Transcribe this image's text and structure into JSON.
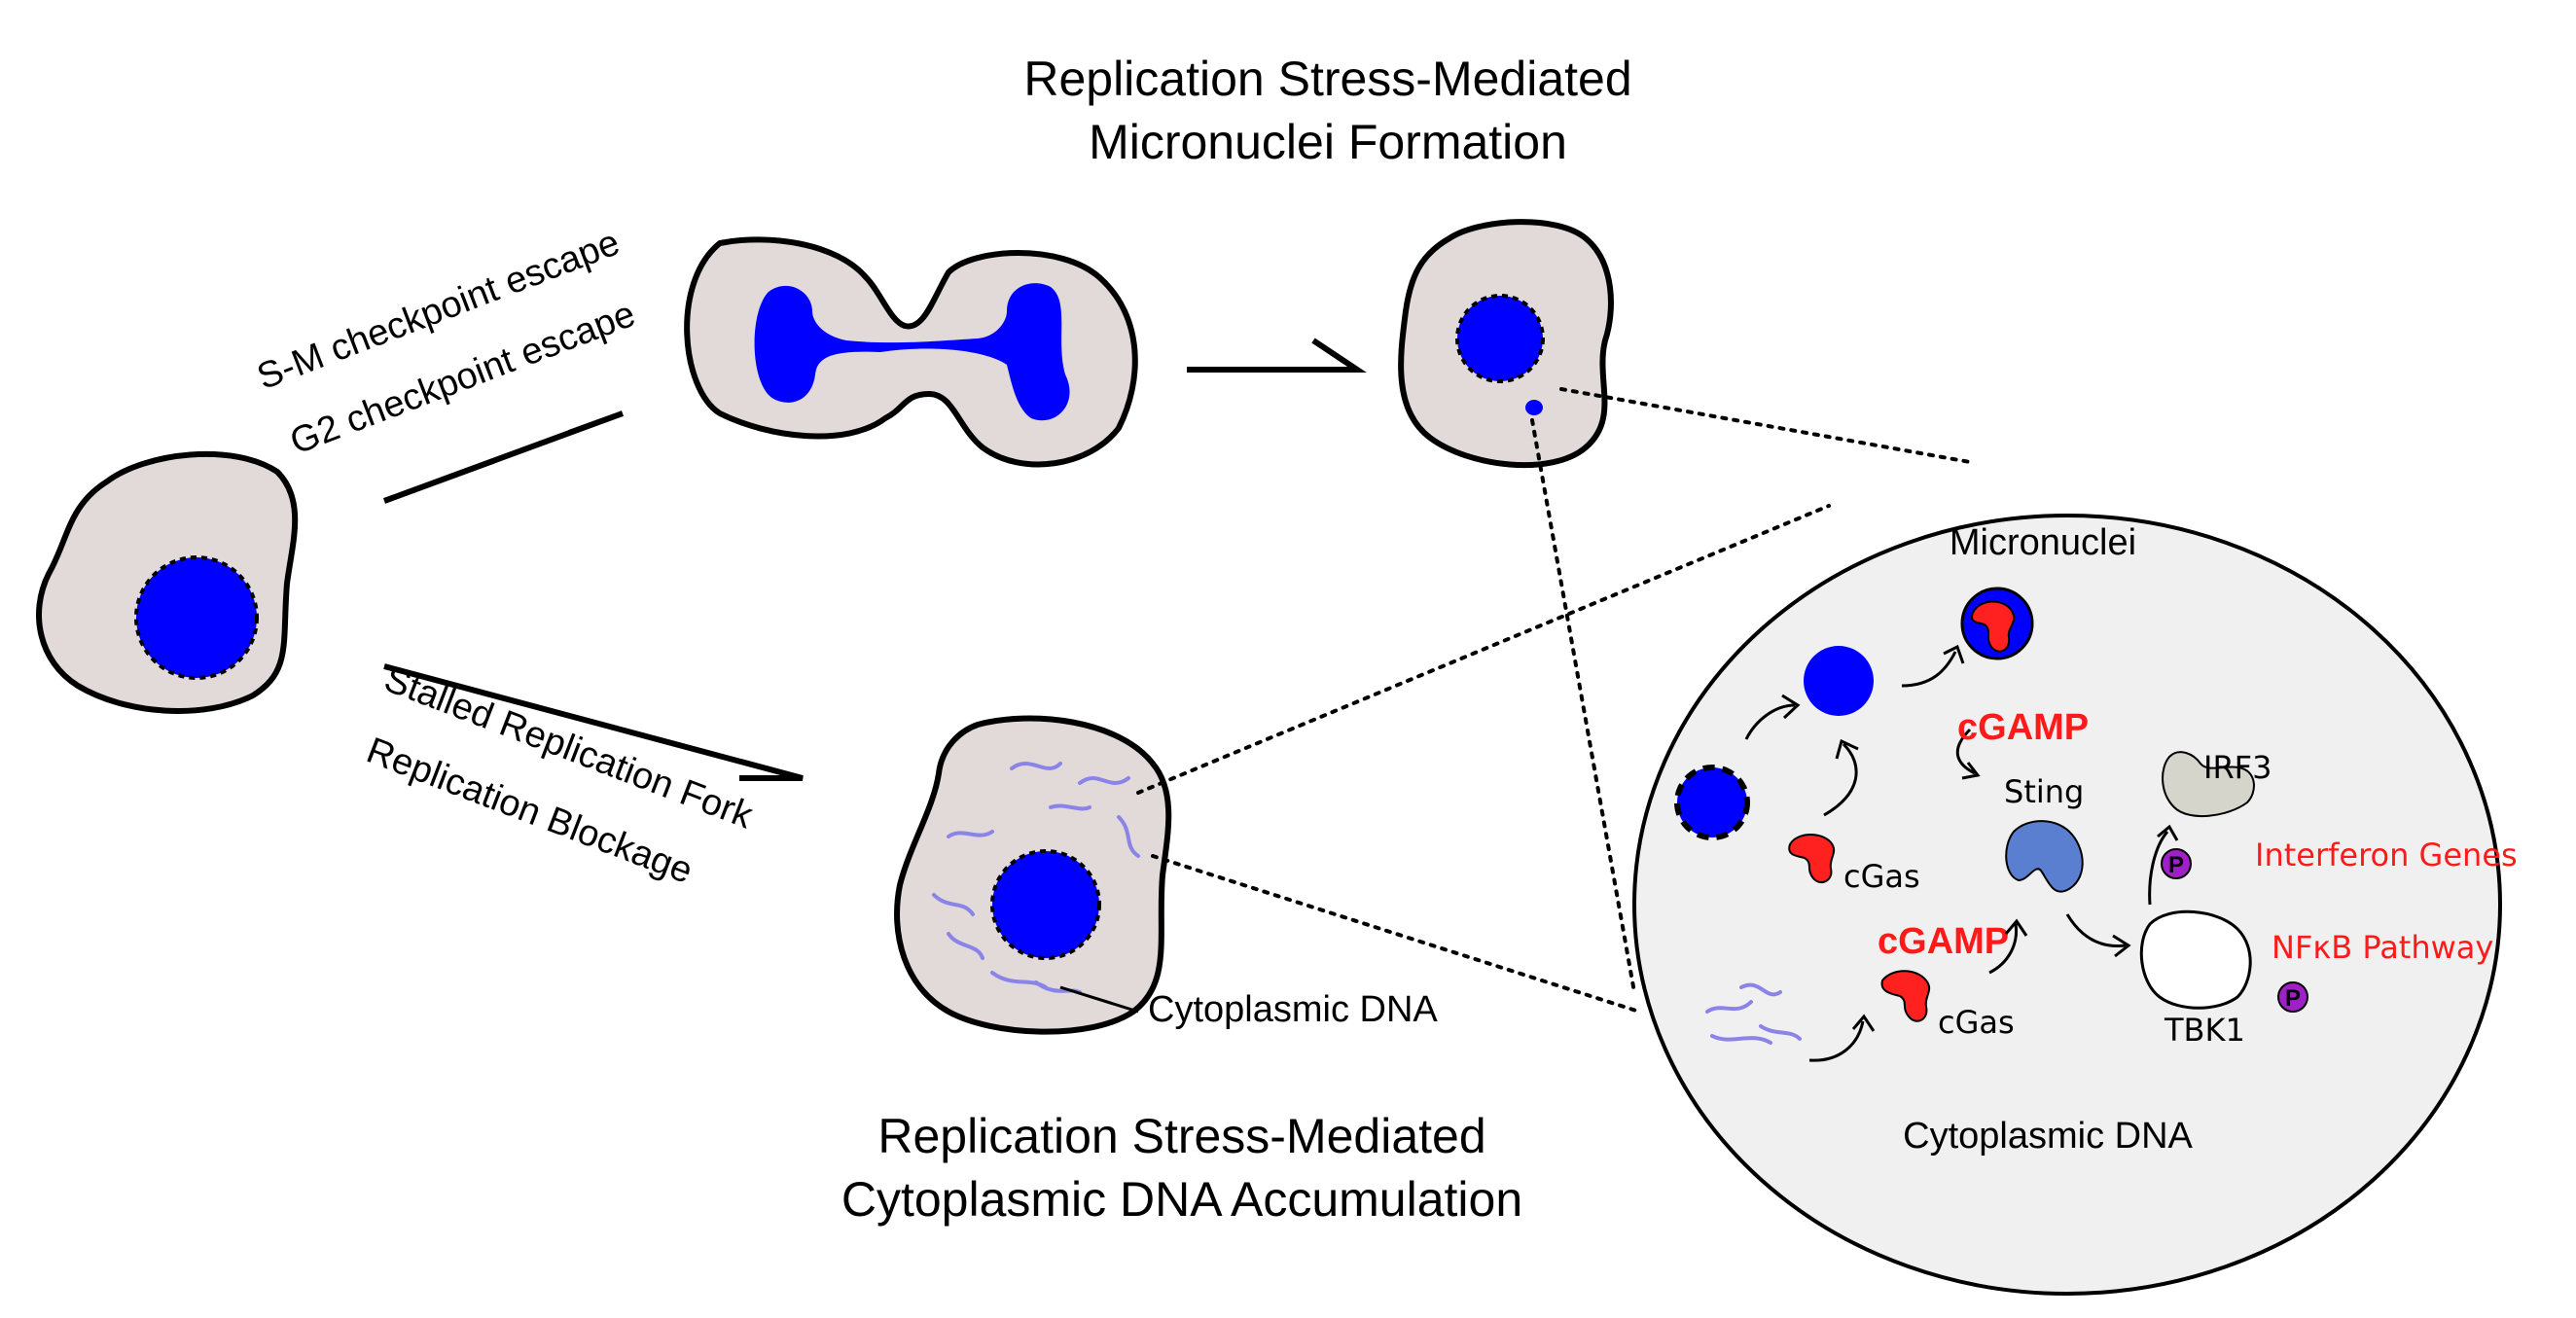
{
  "titles": {
    "micronuclei_title_line1": "Replication Stress-Mediated",
    "micronuclei_title_line2": "Micronuclei Formation",
    "cytoplasmic_title_line1": "Replication Stress-Mediated",
    "cytoplasmic_title_line2": "Cytoplasmic DNA Accumulation"
  },
  "upper_path": {
    "label_1": "S-M checkpoint escape",
    "label_2": "G2 checkpoint escape"
  },
  "lower_path": {
    "label_1": "Stalled Replication Fork",
    "label_2": "Replication Blockage"
  },
  "cell_labels": {
    "cytoplasmic_dna": "Cytoplasmic DNA"
  },
  "zoom": {
    "micronuclei_header": "Micronuclei",
    "cgamp_top": "cGAMP",
    "sting": "Sting",
    "irf3": "IRF3",
    "cgas_top": "cGas",
    "interferon_genes": "Interferon Genes",
    "cgamp_bottom": "cGAMP",
    "nfkb_pathway": "NFκB Pathway",
    "cgas_bottom": "cGas",
    "tbk1": "TBK1",
    "phospho_1": "P",
    "phospho_2": "P",
    "cytoplasmic_dna_footer": "Cytoplasmic DNA"
  },
  "colors": {
    "nucleus": "#0000ff",
    "cell_fill": "#e2d9d9",
    "zoom_fill": "#f0f0f0",
    "cgas": "#ff2020",
    "sting": "#5b7fd0",
    "irf3": "#d5d5cc",
    "phospho": "#a020c8",
    "highlight_text": "#ff1a1a",
    "dna_strand": "#8a84e8"
  }
}
